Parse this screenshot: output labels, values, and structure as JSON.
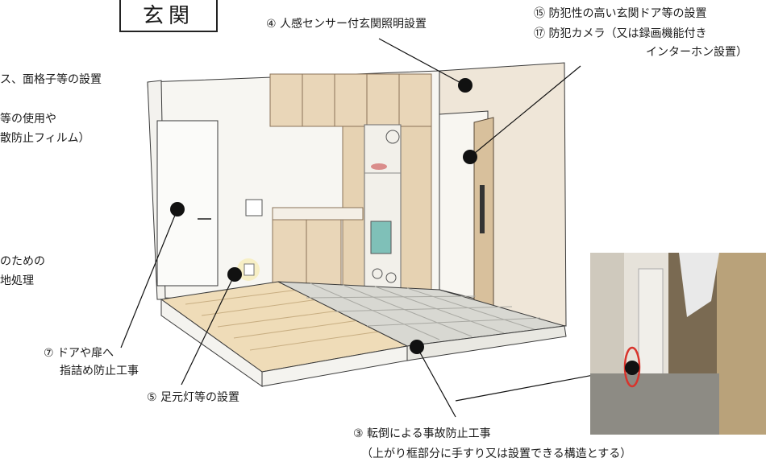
{
  "title": "玄関",
  "labels": {
    "l4": "④ 人感センサー付玄関照明設置",
    "l15": "⑮ 防犯性の高い玄関ドア等の設置",
    "l17a": "⑰ 防犯カメラ（又は録画機能付き",
    "l17b": "インターホン設置）",
    "left1": "ス、面格子等の設置",
    "left2a": "等の使用や",
    "left2b": "散防止フィルム）",
    "left3a": "のための",
    "left3b": "地処理",
    "l7a": "⑦ ドアや扉へ",
    "l7b": "指詰め防止工事",
    "l5": "⑤ 足元灯等の設置",
    "l3a": "③ 転倒による事故防止工事",
    "l3b": "（上がり框部分に手すり又は設置できる構造とする）"
  },
  "colors": {
    "wall": "#f7f6f2",
    "wood": "#e9d6b8",
    "wood_dark": "#d9c09a",
    "floor_tile": "#d8d8d2",
    "outline": "#3a3a3a",
    "marker": "#111111",
    "highlight_ring": "#d8342c"
  }
}
